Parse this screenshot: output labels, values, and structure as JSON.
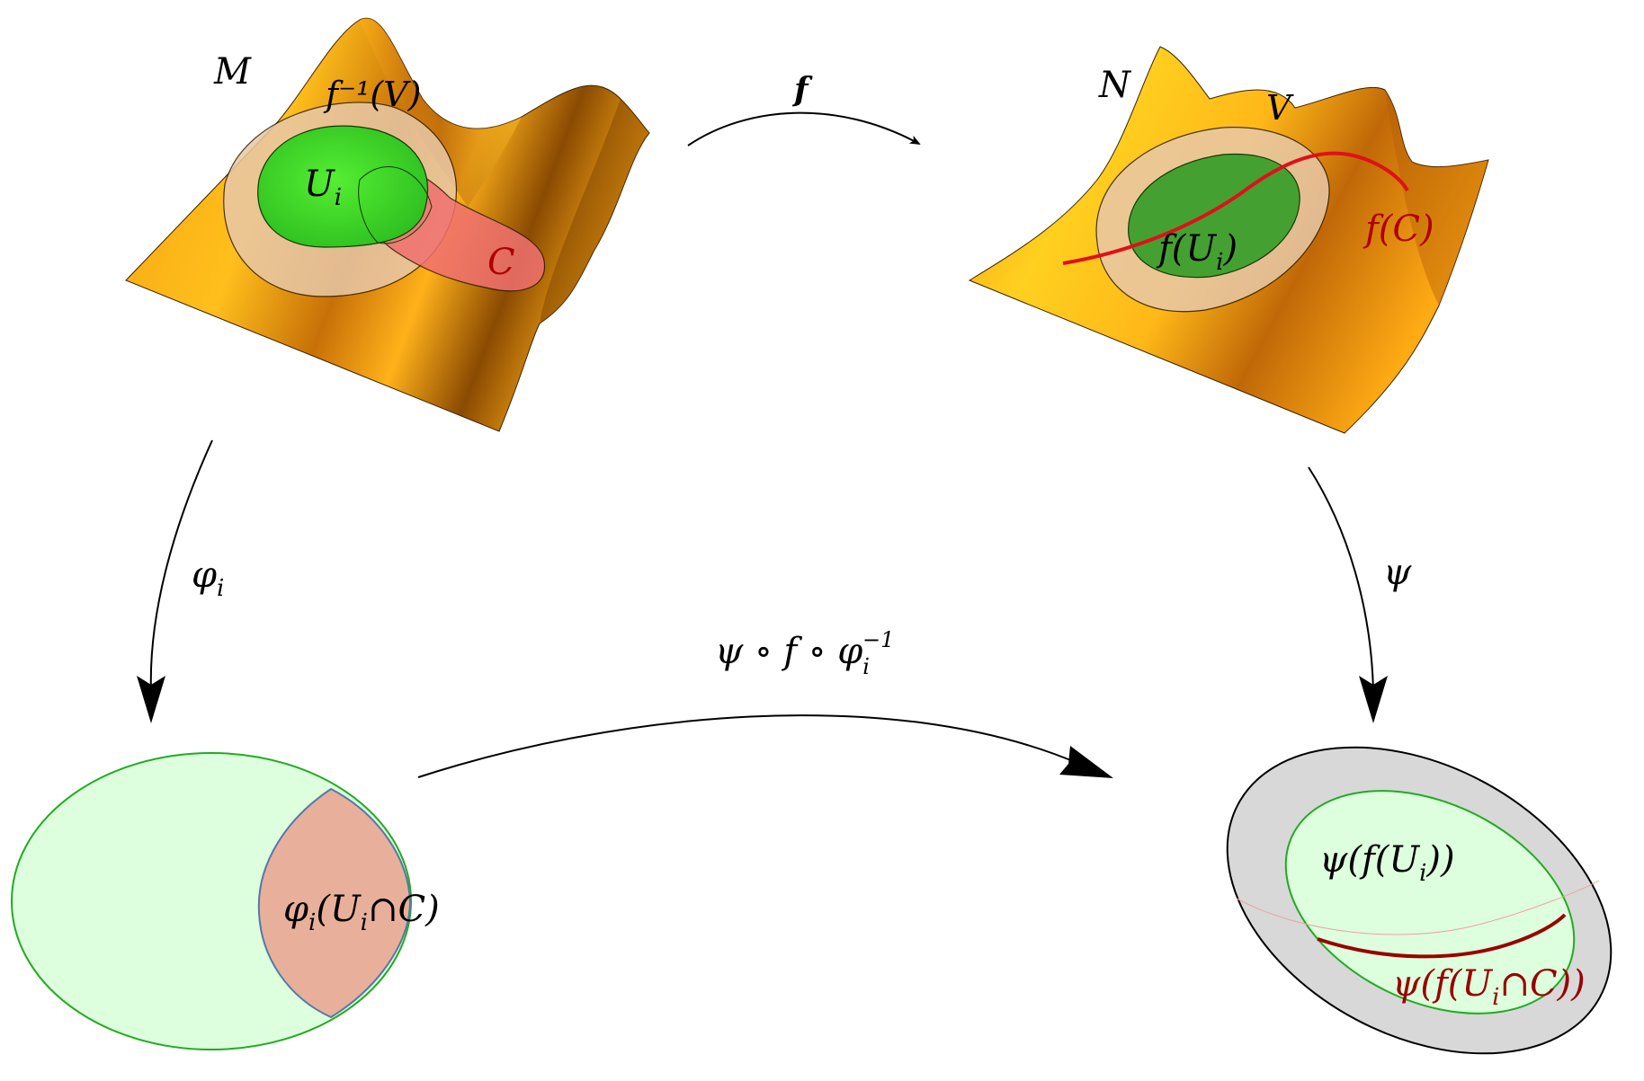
{
  "colors": {
    "surface_light": "#ffc21c",
    "surface_mid": "#f2a20a",
    "surface_dark": "#7a3f00",
    "green_region": "#3fe12e",
    "green_region_dark": "#3a9a2a",
    "beige_band": "#e8c4a0",
    "red_region": "#f07070",
    "red_curve": "#e0101a",
    "chart_fill": "#ddffdd",
    "chart_outline": "#22aa22",
    "lens_fill": "#e8b09a",
    "lens_outline": "#5577aa",
    "gray_ring": "#d8d8d8",
    "dark_red": "#990000",
    "arrow": "#000000"
  },
  "labels": {
    "M": "M",
    "N": "N",
    "f_inv_V": "f⁻¹(V)",
    "U_i": "U",
    "U_i_sub": "i",
    "C": "C",
    "V": "V",
    "f_U_i": "f(U",
    "f_U_i_sub": "i",
    "f_U_i_close": ")",
    "f_C": "f(C)",
    "arrow_f": "f",
    "arrow_phi": "φ",
    "arrow_phi_sub": "i",
    "arrow_psi": "ψ",
    "arrow_composite": "ψ ∘ f ∘ φ",
    "arrow_composite_sub": "i",
    "arrow_composite_sup": "−1",
    "phi_image": "φ",
    "phi_image_sub": "i",
    "phi_image_rest": "(U",
    "phi_image_sub2": "i",
    "phi_image_end": "∩C)",
    "psi_f_U": "ψ(f(U",
    "psi_f_U_sub": "i",
    "psi_f_U_end": "))",
    "psi_f_UC": "ψ(f(U",
    "psi_f_UC_sub": "i",
    "psi_f_UC_end": "∩C))"
  }
}
